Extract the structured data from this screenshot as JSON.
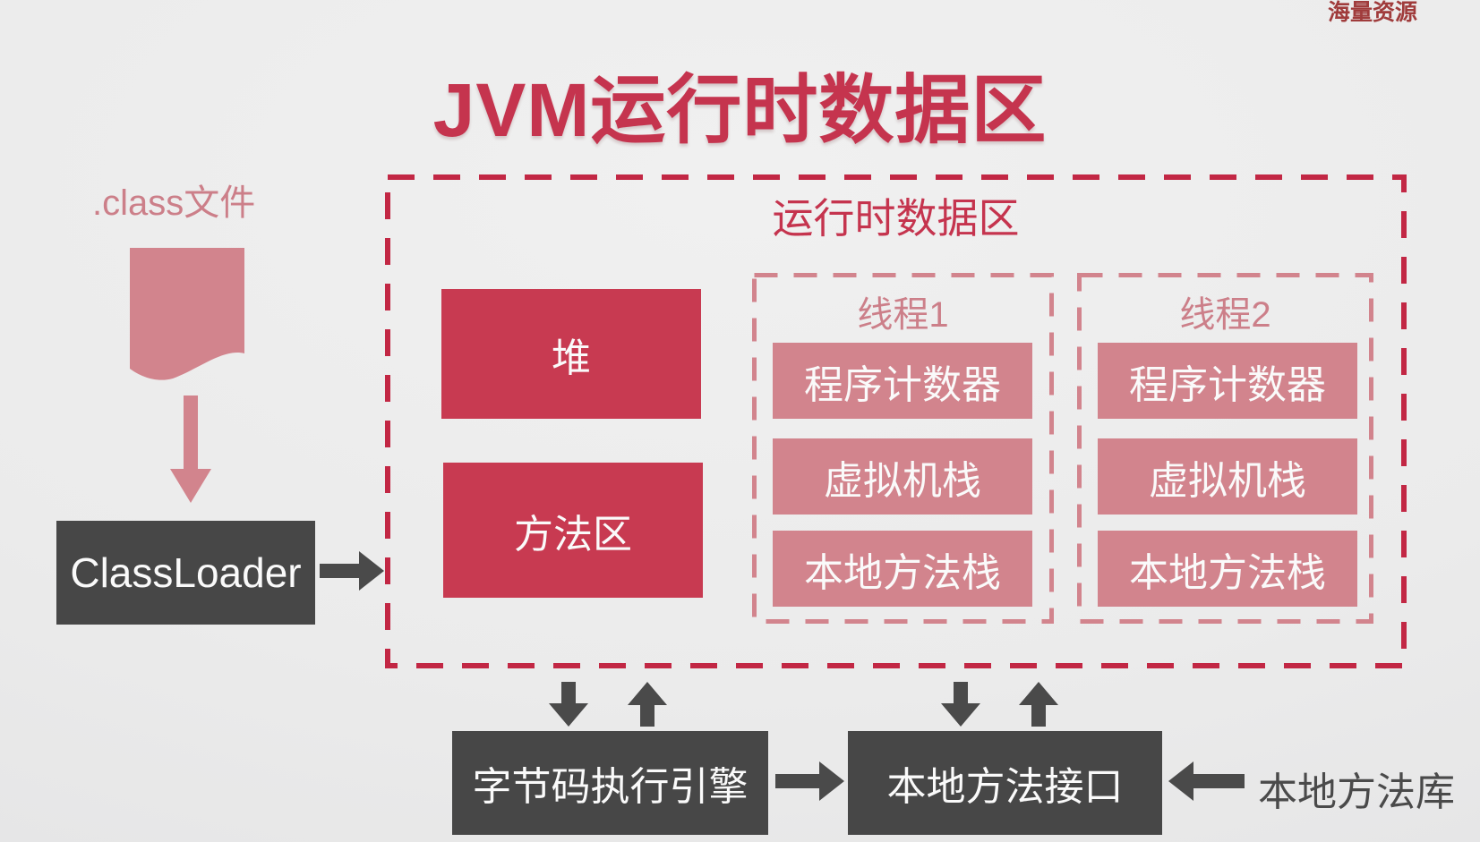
{
  "watermark": "海量资源",
  "title": "JVM运行时数据区",
  "class_file": {
    "label": ".class文件"
  },
  "classloader": {
    "label": "ClassLoader"
  },
  "runtime_area": {
    "label": "运行时数据区",
    "heap_label": "堆",
    "method_area_label": "方法区",
    "threads": [
      {
        "label": "线程1",
        "items": [
          "程序计数器",
          "虚拟机栈",
          "本地方法栈"
        ]
      },
      {
        "label": "线程2",
        "items": [
          "程序计数器",
          "虚拟机栈",
          "本地方法栈"
        ]
      }
    ]
  },
  "engine": {
    "label": "字节码执行引擎"
  },
  "native_interface": {
    "label": "本地方法接口"
  },
  "native_library": {
    "label": "本地方法库"
  },
  "colors": {
    "bg": "#ebebeb",
    "red": "#c5344e",
    "box-red": "#c83a51",
    "dash-red": "#c22744",
    "pink": "#d2848d",
    "pink-text": "#cc7f89",
    "dark": "#474747",
    "arrow-dark": "#4a4a4a",
    "text-light": "#fafafa",
    "watermark": "#a03c3c"
  }
}
